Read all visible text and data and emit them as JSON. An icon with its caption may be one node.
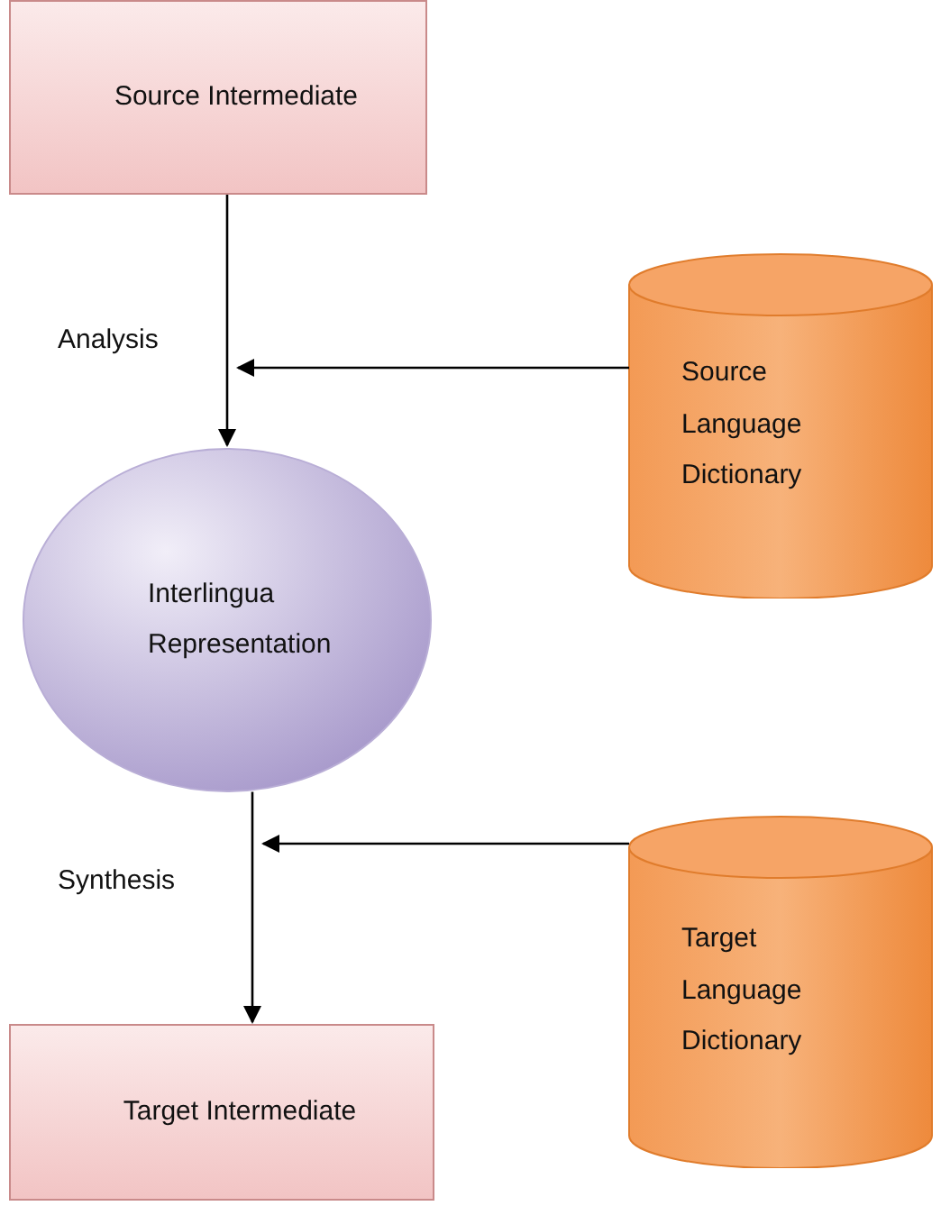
{
  "diagram": {
    "nodes": [
      {
        "text": [
          "Source Intermediate"
        ]
      },
      {
        "text": [
          "Source Language Dictionary"
        ]
      },
      {
        "text": [
          "Interlingua Representation"
        ]
      },
      {
        "text": [
          "Target Language Dictionary"
        ]
      },
      {
        "text": [
          "Target Intermediate"
        ]
      }
    ],
    "edges": [
      {
        "from": 0,
        "to": 2,
        "arrow": "to",
        "label": "Analysis"
      },
      {
        "from": 1,
        "to": null,
        "arrow": "to"
      },
      {
        "from": 2,
        "to": 4,
        "arrow": "to",
        "label": "Synthesis"
      },
      {
        "from": 3,
        "to": null,
        "arrow": "to"
      }
    ]
  }
}
